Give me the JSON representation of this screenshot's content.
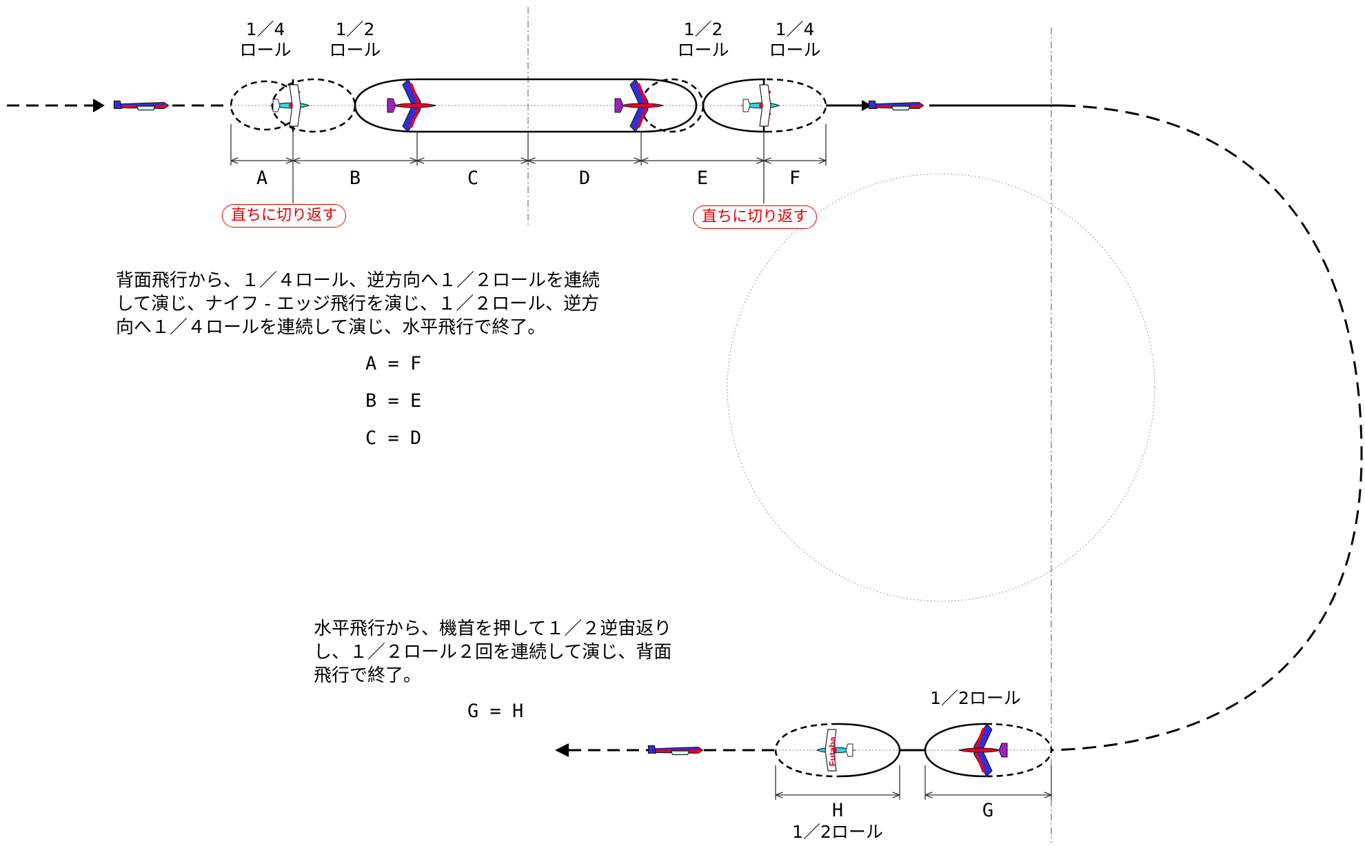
{
  "roll_labels": {
    "top_quarter_left": [
      "1／4",
      "ロール"
    ],
    "top_half_left": [
      "1／2",
      "ロール"
    ],
    "top_half_right": [
      "1／2",
      "ロール"
    ],
    "top_quarter_right": [
      "1／4",
      "ロール"
    ],
    "bottom_half_g": "1／2ロール",
    "bottom_half_h": "1／2ロール"
  },
  "segments": {
    "top": [
      "A",
      "B",
      "C",
      "D",
      "E",
      "F"
    ],
    "bottom": [
      "H",
      "G"
    ]
  },
  "callouts": {
    "reverse_left": "直ちに切り返す",
    "reverse_right": "直ちに切り返す"
  },
  "description_top": "背面飛行から、１／４ロール、逆方向へ１／２ロールを連続\nして演じ、ナイフ - エッジ飛行を演じ、１／２ロール、逆方\n向へ１／４ロールを連続して演じ、水平飛行で終了。",
  "description_bottom": "水平飛行から、機首を押して１／２逆宙返り\nし、１／２ロール２回を連続して演じ、背面\n飛行で終了。",
  "equations_top": [
    "A = F",
    "B = E",
    "C = D"
  ],
  "equations_bottom": [
    "G = H"
  ],
  "aircraft_logo_text": "Futaba",
  "colors": {
    "line": "#000000",
    "callout": "#e00000",
    "aircraft_red": "#e8002a",
    "aircraft_blue": "#3030d0",
    "aircraft_cyan": "#30d8e0",
    "roll_hatch": "#cc0000"
  }
}
